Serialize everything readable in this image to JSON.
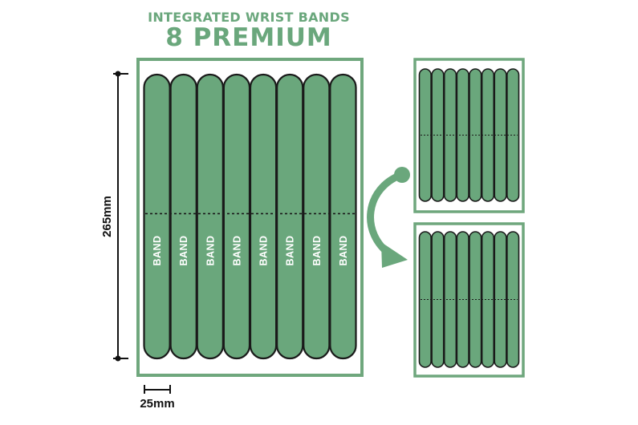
{
  "header": {
    "subtitle": "INTEGRATED WRIST BANDS",
    "title": "8 PREMIUM"
  },
  "dimensions": {
    "height_label": "265mm",
    "width_label": "25mm"
  },
  "bands": {
    "count": 8,
    "label": "BAND"
  },
  "colors": {
    "green": "#6aa77c",
    "frame": "#6fa77d",
    "outline": "#1a1a1a",
    "arrow": "#6aa77c",
    "label": "#ffffff",
    "title": "#6aa77c"
  },
  "icons": {
    "arrow": "curved-arrow-icon"
  }
}
